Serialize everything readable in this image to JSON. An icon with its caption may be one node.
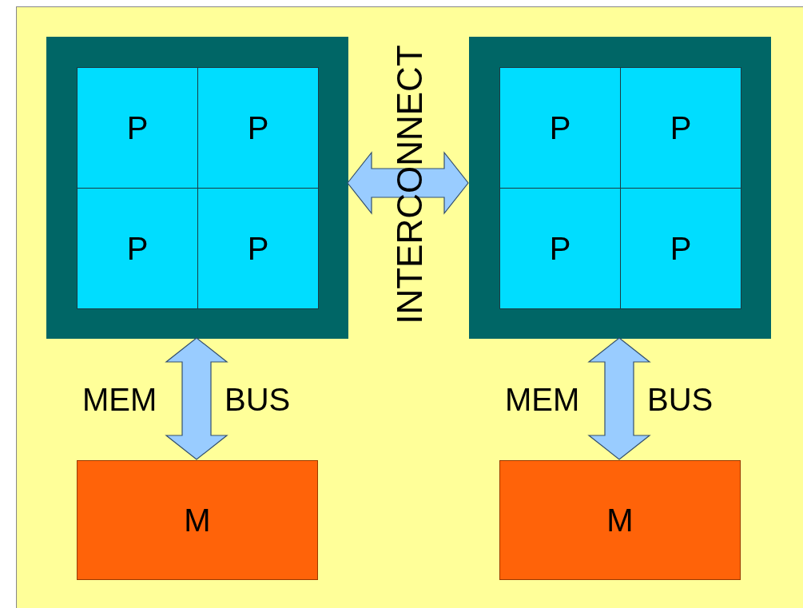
{
  "diagram": {
    "nodes": [
      {
        "text": [],
        "shape": "box"
      },
      {
        "text": [
          "P"
        ],
        "in": 0
      },
      {
        "text": [
          "P"
        ],
        "in": 0
      },
      {
        "text": [
          "P"
        ],
        "in": 0
      },
      {
        "text": [
          "P"
        ],
        "in": 0
      },
      {
        "text": [],
        "shape": "box"
      },
      {
        "text": [
          "P"
        ],
        "in": 5
      },
      {
        "text": [
          "P"
        ],
        "in": 5
      },
      {
        "text": [
          "P"
        ],
        "in": 5
      },
      {
        "text": [
          "P"
        ],
        "in": 5
      },
      {
        "text": [
          "M"
        ]
      },
      {
        "text": [
          "M"
        ]
      }
    ],
    "edges": [
      {
        "from": 0,
        "to": 5,
        "arrow": "both",
        "label": "INTERCONNECT"
      },
      {
        "from": 0,
        "to": 10,
        "arrow": "both"
      },
      {
        "from": 5,
        "to": 11,
        "arrow": "both"
      }
    ],
    "labels": [
      "MEM",
      "BUS",
      "MEM",
      "BUS"
    ]
  }
}
